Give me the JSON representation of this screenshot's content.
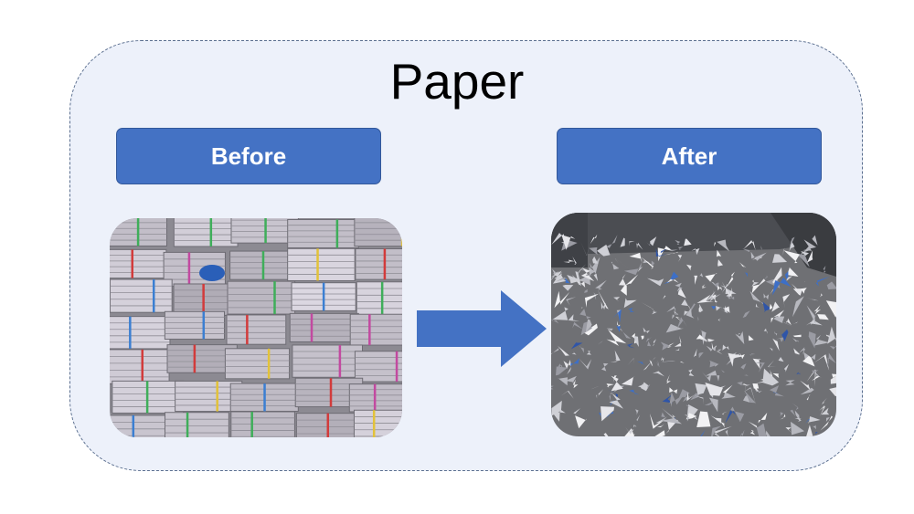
{
  "diagram": {
    "title": "Paper",
    "before_label": "Before",
    "after_label": "After",
    "before_image": "stacked-bundled-newspaper-photo",
    "after_image": "shredded-paper-pile-photo",
    "arrow_icon": "right-arrow-icon"
  },
  "colors": {
    "accent": "#4472c4",
    "panel_background": "#edf1fa",
    "panel_border": "#5b6f8f"
  }
}
